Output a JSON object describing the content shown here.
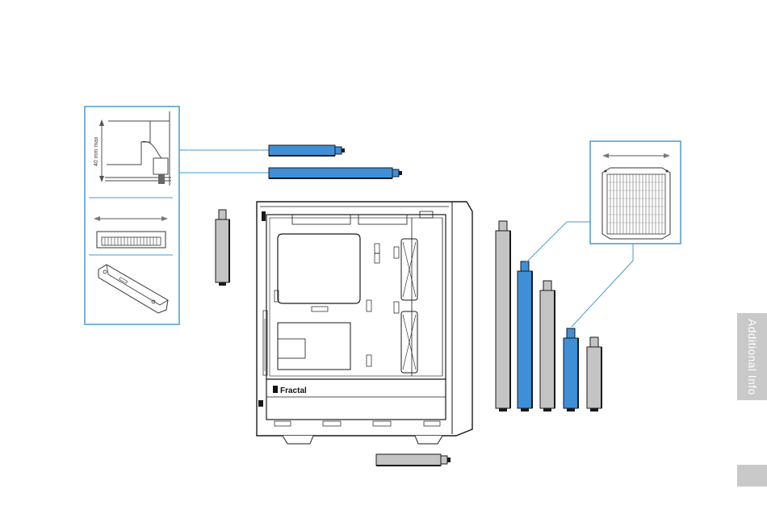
{
  "side_tab": {
    "label": "Additional Info"
  },
  "callout": {
    "max_height_label": "40 mm max"
  },
  "chassis": {
    "brand_logo": "Fractal"
  },
  "colors": {
    "accent_blue": "#3f8fd6",
    "bracket_gray": "#c4c4c4",
    "frame_blue": "#4a9ad4",
    "tab_gray": "#c9c9c9"
  }
}
